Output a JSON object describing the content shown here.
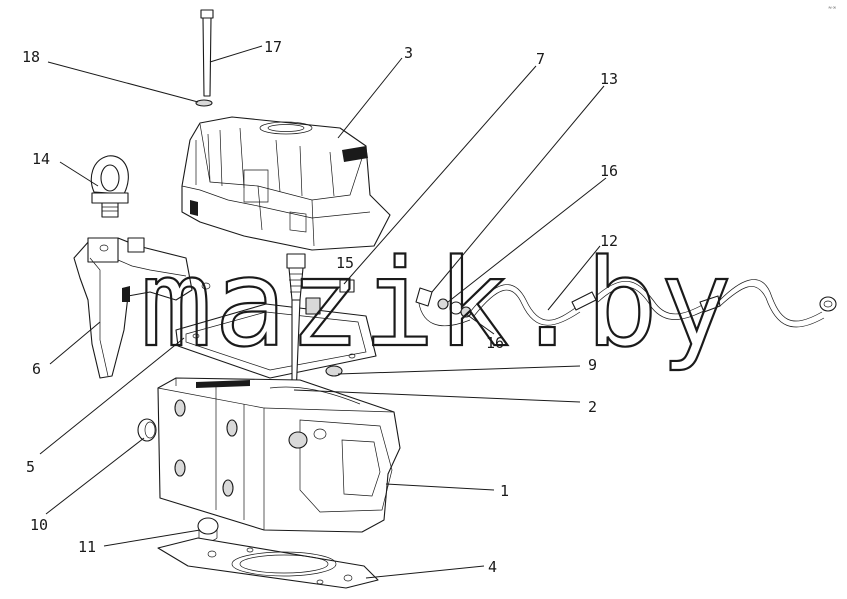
{
  "watermark": {
    "text": "mazik.by"
  },
  "corner_mark": "≈∞",
  "callouts": {
    "c1": "1",
    "c2": "2",
    "c3": "3",
    "c4": "4",
    "c5": "5",
    "c6": "6",
    "c7": "7",
    "c9": "9",
    "c10": "10",
    "c11": "11",
    "c12": "12",
    "c13": "13",
    "c14": "14",
    "c15": "15",
    "c16a": "16",
    "c16b": "16",
    "c17": "17",
    "c18": "18"
  }
}
